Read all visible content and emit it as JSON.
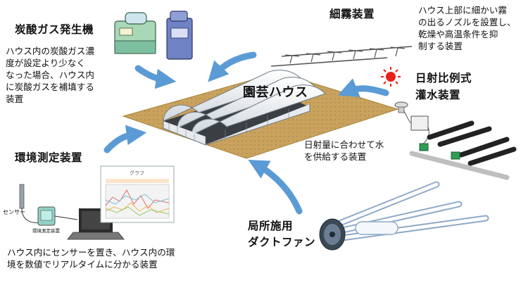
{
  "center": {
    "title": "園芸ハウス"
  },
  "co2_generator": {
    "title": "炭酸ガス発生機",
    "description": [
      "ハウス内の炭酸ガス濃",
      "度が設定より少なく",
      "なった場合、ハウス内",
      "に炭酸ガスを補填する",
      "装置"
    ]
  },
  "mist_device": {
    "title": "細霧装置",
    "description": [
      "ハウス上部に細かい霧",
      "の出るノズルを設置し、",
      "乾燥や高温条件を抑",
      "制する装置"
    ]
  },
  "solar_irrigation": {
    "title_lines": [
      "日射比例式",
      "灌水装置"
    ],
    "description": [
      "日射量に合わせて水",
      "を供給する装置"
    ]
  },
  "env_measurement": {
    "title": "環境測定装置",
    "sensor_label": "センサー",
    "unit_label": "環境測定装置",
    "screen_title": "グラフ",
    "description": [
      "ハウス内にセンサーを置き、ハウス内の環",
      "境を数値でリアルタイムに分かる装置"
    ]
  },
  "duct_fan": {
    "title_lines": [
      "局所施用",
      "ダクトファン"
    ]
  },
  "colors": {
    "arrow": "#5b9bd5",
    "ground": "#c9a25e",
    "sun": "#e8221b",
    "device_teal": "#8fd1c7"
  }
}
